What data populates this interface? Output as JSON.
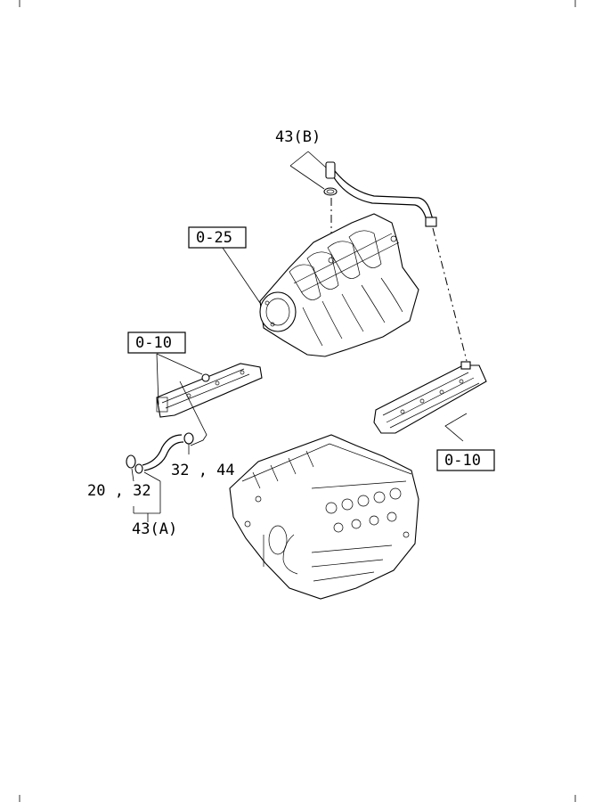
{
  "callouts": {
    "label_43b": "43(B)",
    "ref_025": "0-25",
    "ref_010_left": "0-10",
    "ref_010_right": "0-10",
    "label_32_44": "32 , 44",
    "label_20_32": "20 , 32",
    "label_43a": "43(A)"
  }
}
